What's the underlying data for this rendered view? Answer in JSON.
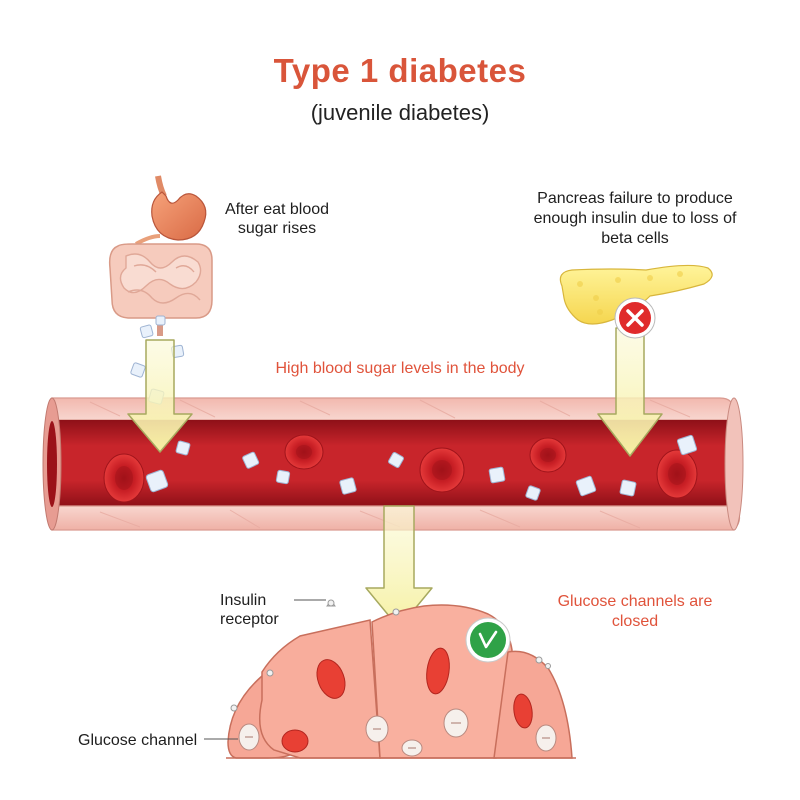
{
  "title": "Type 1 diabetes",
  "subtitle": "(juvenile diabetes)",
  "labels": {
    "after_eat": "After eat blood sugar rises",
    "pancreas": "Pancreas failure to produce enough insulin due to loss of beta cells",
    "high_sugar": "High blood sugar levels in the body",
    "insulin_receptor": "Insulin receptor",
    "glucose_closed": "Glucose channels are closed",
    "glucose_channel": "Glucose channel"
  },
  "colors": {
    "title": "#d9553a",
    "red_label": "#e0533b",
    "vessel_wall": "#f4c4bc",
    "blood": "#b81d23",
    "red_cell": "#d42127",
    "arrow_fill": "#f8f4b4",
    "arrow_stroke": "#a7a95f",
    "cell_fill": "#f7a596",
    "pancreas": "#fcea7a",
    "x_mark": "#e02b2b",
    "check_mark": "#2fa247"
  },
  "icons": {
    "failure": "x-mark-icon",
    "ok": "check-mark-icon"
  }
}
